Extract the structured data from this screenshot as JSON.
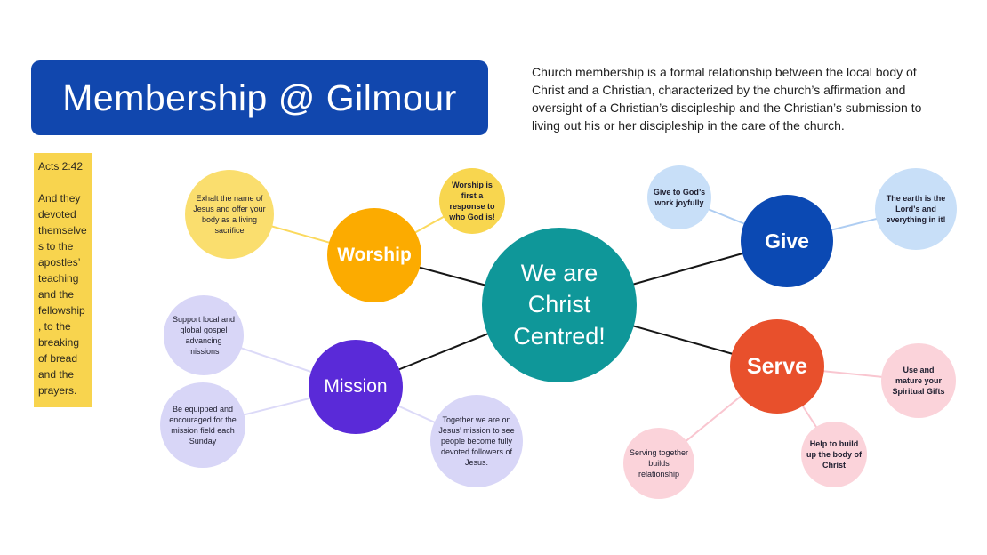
{
  "header": {
    "title": "Membership @ Gilmour",
    "description": "Church membership is a formal relationship between the local body of Christ and a Christian, characterized by the church’s affirmation and oversight of a Christian’s discipleship and the Christian’s submission to living out his or her discipleship in the care of the church."
  },
  "scripture_note": {
    "reference": "Acts 2:42",
    "text": "And they devoted themselves to the apostles’ teaching and the fellowship, to the breaking of bread and the prayers."
  },
  "mindmap": {
    "center": {
      "label": "We are Christ Centred!",
      "color": "#0F9799"
    },
    "branches": [
      {
        "id": "worship",
        "label": "Worship",
        "color": "#FCAB00",
        "satellite_color": "#FADE6E",
        "line_color": "#FBD95D",
        "satellites": [
          {
            "text": "Exhalt the name of Jesus and offer your body as a living sacrifice"
          },
          {
            "text": "Worship is first a response to who God is!"
          }
        ]
      },
      {
        "id": "give",
        "label": "Give",
        "color": "#0B49B3",
        "satellite_color": "#C8DFF8",
        "line_color": "#AECDF2",
        "satellites": [
          {
            "text": "Give to God’s work joyfully"
          },
          {
            "text": "The earth is the Lord’s and everything in it!"
          }
        ]
      },
      {
        "id": "mission",
        "label": "Mission",
        "color": "#5A2AD8",
        "satellite_color": "#D8D6F7",
        "line_color": "#DCDAF8",
        "satellites": [
          {
            "text": "Support local and global gospel advancing missions"
          },
          {
            "text": "Be equipped and encouraged for the mission field each Sunday"
          },
          {
            "text": "Together we are on Jesus’ mission to see people become fully devoted followers of Jesus."
          }
        ]
      },
      {
        "id": "serve",
        "label": "Serve",
        "color": "#E8502C",
        "satellite_color": "#FBD3DA",
        "line_color": "#F9C6D0",
        "satellites": [
          {
            "text": "Use and mature your Spiritual Gifts"
          },
          {
            "text": "Help to build up the body of Christ"
          },
          {
            "text": "Serving together builds relationship"
          }
        ]
      }
    ]
  },
  "colors": {
    "title_background": "#1147AE",
    "center_node": "#0F9799",
    "sticky_note": "#F8D44E",
    "main_link": "#161616",
    "background": "#FFFFFF"
  }
}
